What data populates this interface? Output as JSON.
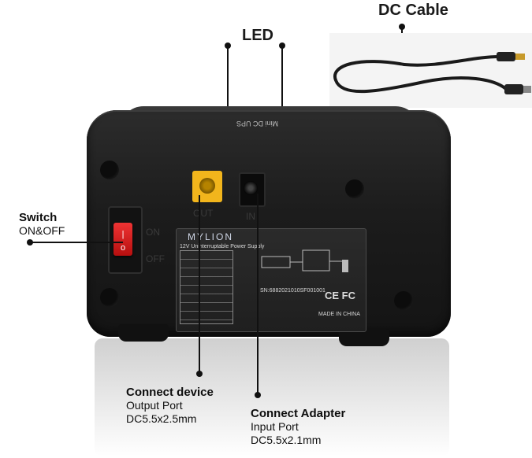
{
  "labels": {
    "dc_cable": "DC Cable",
    "led": "LED",
    "switch_title": "Switch",
    "switch_sub": "ON&OFF",
    "connect_device_title": "Connect device",
    "connect_device_line1": "Output Port",
    "connect_device_line2": "DC5.5x2.5mm",
    "connect_adapter_title": "Connect Adapter",
    "connect_adapter_line1": "Input Port",
    "connect_adapter_line2": "DC5.5x2.1mm"
  },
  "device": {
    "top_label": "Mini DC UPS",
    "port_out_label": "OUT",
    "port_in_label": "IN",
    "switch_on": "ON",
    "switch_off": "OFF",
    "brand": "MYLION",
    "subtitle": "12V Uninterruptable Power Supply",
    "serial": "SN:6882021010SF001001",
    "made_in": "MADE IN CHINA"
  },
  "colors": {
    "accent_port": "#f2b51c",
    "switch_red": "#d91d1d",
    "body": "#1c1c1c"
  }
}
